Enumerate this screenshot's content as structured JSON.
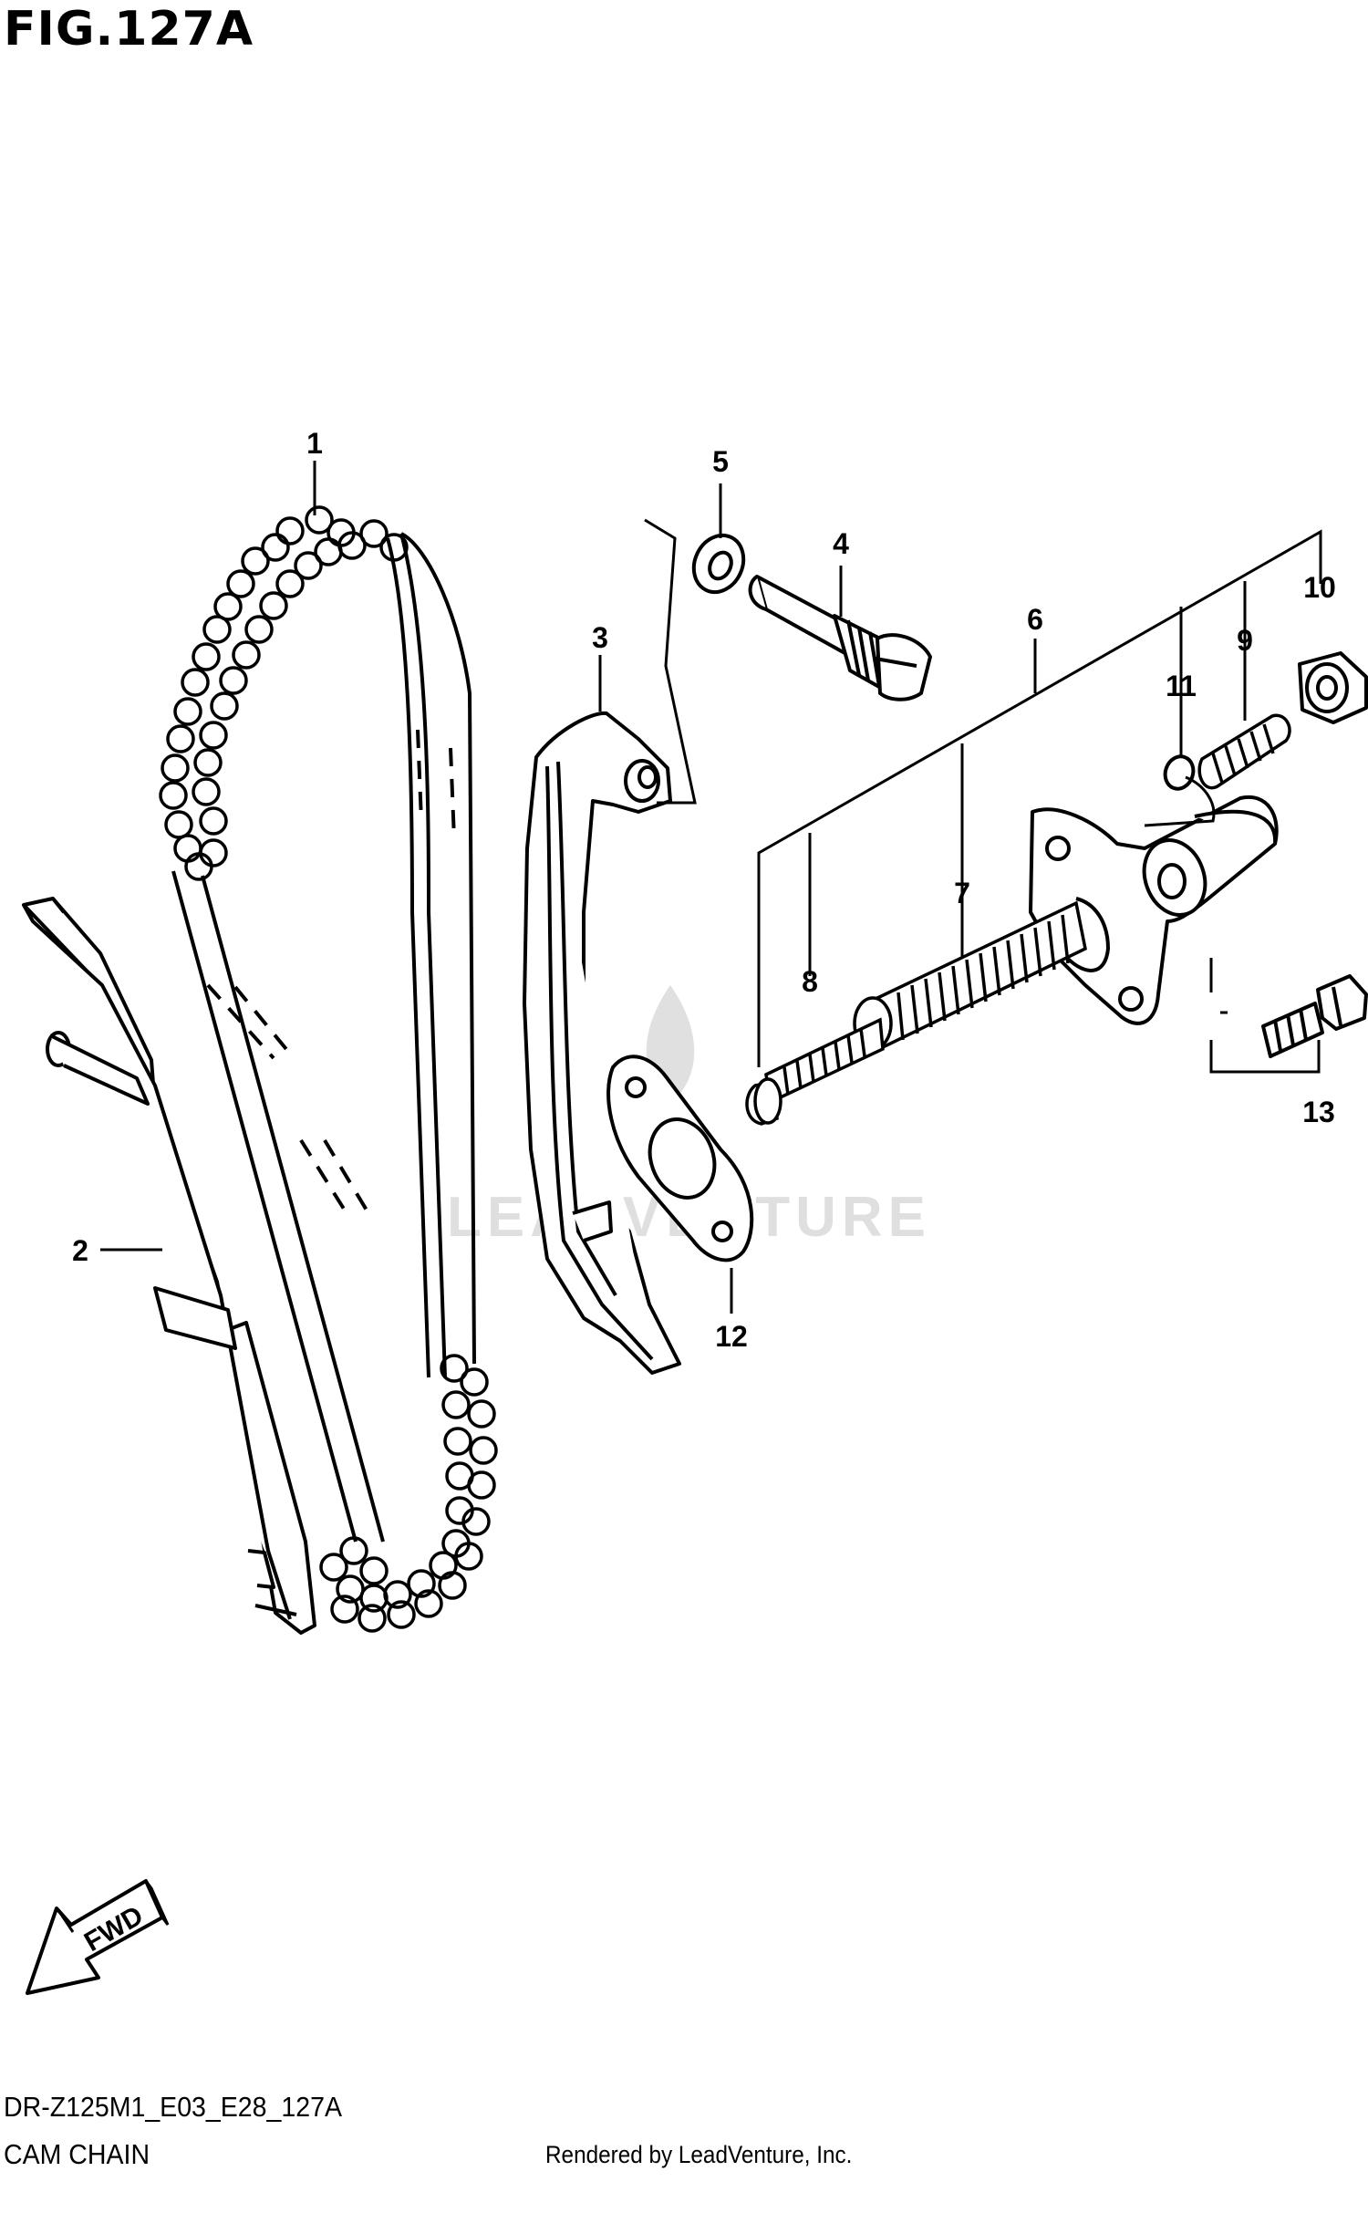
{
  "figure": {
    "title": "FIG.127A",
    "drawing_code": "DR-Z125M1_E03_E28_127A",
    "section_name": "CAM CHAIN",
    "rendered_by": "Rendered by LeadVenture, Inc.",
    "watermark": "LEADVENTURE",
    "direction_marker": "FWD"
  },
  "callouts": [
    {
      "id": "1",
      "label": "1",
      "part": "cam-chain"
    },
    {
      "id": "2",
      "label": "2",
      "part": "chain-guide"
    },
    {
      "id": "3",
      "label": "3",
      "part": "tensioner-guide"
    },
    {
      "id": "4",
      "label": "4",
      "part": "pivot-bolt"
    },
    {
      "id": "5",
      "label": "5",
      "part": "washer"
    },
    {
      "id": "6",
      "label": "6",
      "part": "tensioner-assembly"
    },
    {
      "id": "7",
      "label": "7",
      "part": "push-rod-spring"
    },
    {
      "id": "8",
      "label": "8",
      "part": "push-rod"
    },
    {
      "id": "9",
      "label": "9",
      "part": "spring"
    },
    {
      "id": "10",
      "label": "10",
      "part": "cap-bolt"
    },
    {
      "id": "11",
      "label": "11",
      "part": "o-ring"
    },
    {
      "id": "12",
      "label": "12",
      "part": "gasket"
    },
    {
      "id": "13",
      "label": "13",
      "part": "bolt"
    }
  ]
}
